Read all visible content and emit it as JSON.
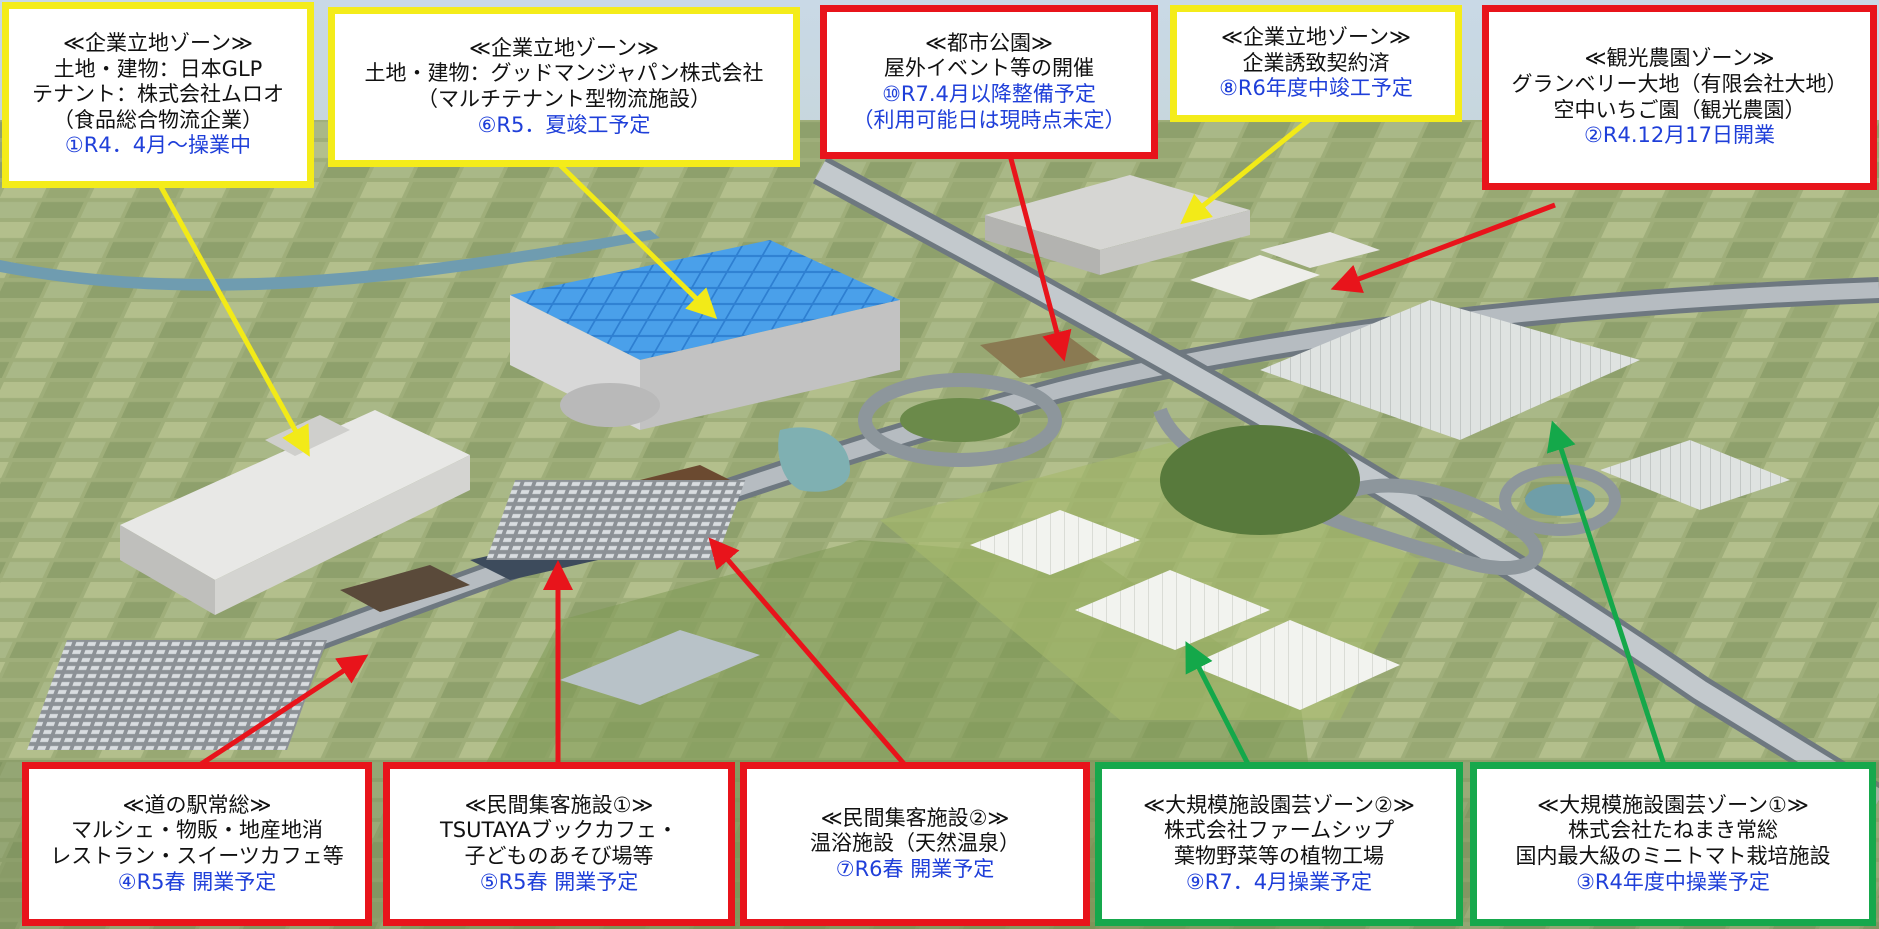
{
  "colors": {
    "yellow_frame": "#f4ec1a",
    "red_frame": "#e8141b",
    "green_frame": "#16a84c",
    "status_text": "#1f3fd9",
    "arrow_yellow": "#f2ea18",
    "arrow_red": "#e8141b",
    "arrow_green": "#14a84a"
  },
  "callouts": {
    "c1": {
      "title": "≪企業立地ゾーン≫",
      "lines": [
        "土地・建物：日本GLP",
        "テナント：株式会社ムロオ",
        "（食品総合物流企業）"
      ],
      "status": "①R4．4月～操業中",
      "frame": "yellow"
    },
    "c6": {
      "title": "≪企業立地ゾーン≫",
      "lines": [
        "土地・建物：グッドマンジャパン株式会社",
        "（マルチテナント型物流施設）"
      ],
      "status": "⑥R5．夏竣工予定",
      "frame": "yellow"
    },
    "c10": {
      "title": "≪都市公園≫",
      "lines": [
        "屋外イベント等の開催"
      ],
      "status": "⑩R7.4月以降整備予定",
      "status2": "（利用可能日は現時点未定）",
      "frame": "red"
    },
    "c8": {
      "title": "≪企業立地ゾーン≫",
      "lines": [
        "企業誘致契約済"
      ],
      "status": "⑧R6年度中竣工予定",
      "frame": "yellow"
    },
    "c2": {
      "title": "≪観光農園ゾーン≫",
      "lines": [
        "グランベリー大地（有限会社大地）",
        "空中いちご園（観光農園）"
      ],
      "status": "②R4.12月17日開業",
      "frame": "red"
    },
    "c4": {
      "title": "≪道の駅常総≫",
      "lines": [
        "マルシェ・物販・地産地消",
        "レストラン・スイーツカフェ等"
      ],
      "status": "④R5春 開業予定",
      "frame": "red"
    },
    "c5": {
      "title": "≪民間集客施設①≫",
      "lines": [
        "TSUTAYAブックカフェ・",
        "子どものあそび場等"
      ],
      "status": "⑤R5春 開業予定",
      "frame": "red"
    },
    "c7": {
      "title": "≪民間集客施設②≫",
      "lines": [
        "温浴施設（天然温泉）"
      ],
      "status": "⑦R6春 開業予定",
      "frame": "red"
    },
    "c9": {
      "title": "≪大規模施設園芸ゾーン②≫",
      "lines": [
        "株式会社ファームシップ",
        "葉物野菜等の植物工場"
      ],
      "status": "⑨R7．4月操業予定",
      "frame": "green"
    },
    "c3": {
      "title": "≪大規模施設園芸ゾーン①≫",
      "lines": [
        "株式会社たねまき常総",
        "国内最大級のミニトマト栽培施設"
      ],
      "status": "③R4年度中操業予定",
      "frame": "green"
    }
  }
}
